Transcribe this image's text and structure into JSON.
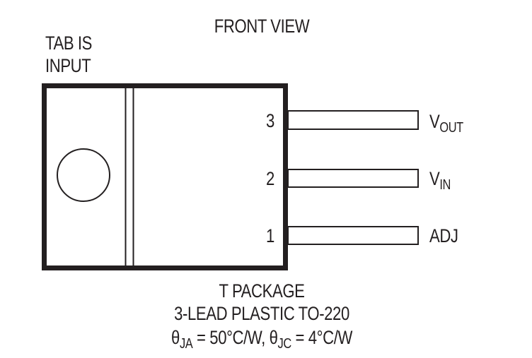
{
  "diagram": {
    "title": "FRONT VIEW",
    "tab_note": [
      "TAB IS",
      "INPUT"
    ],
    "package": {
      "name": "T PACKAGE",
      "description": "3-LEAD PLASTIC TO-220",
      "thermal": {
        "theta_ja_symbol": "θ",
        "theta_ja_sub": "JA",
        "theta_ja_value": " = 50°C/W, ",
        "theta_jc_symbol": "θ",
        "theta_jc_sub": "JC",
        "theta_jc_value": " = 4°C/W"
      }
    },
    "pins": [
      {
        "number": "3",
        "label_main": "V",
        "label_sub": "OUT"
      },
      {
        "number": "2",
        "label_main": "V",
        "label_sub": "IN"
      },
      {
        "number": "1",
        "label_main": "ADJ",
        "label_sub": ""
      }
    ],
    "colors": {
      "line": "#231f20",
      "background": "#ffffff"
    }
  }
}
